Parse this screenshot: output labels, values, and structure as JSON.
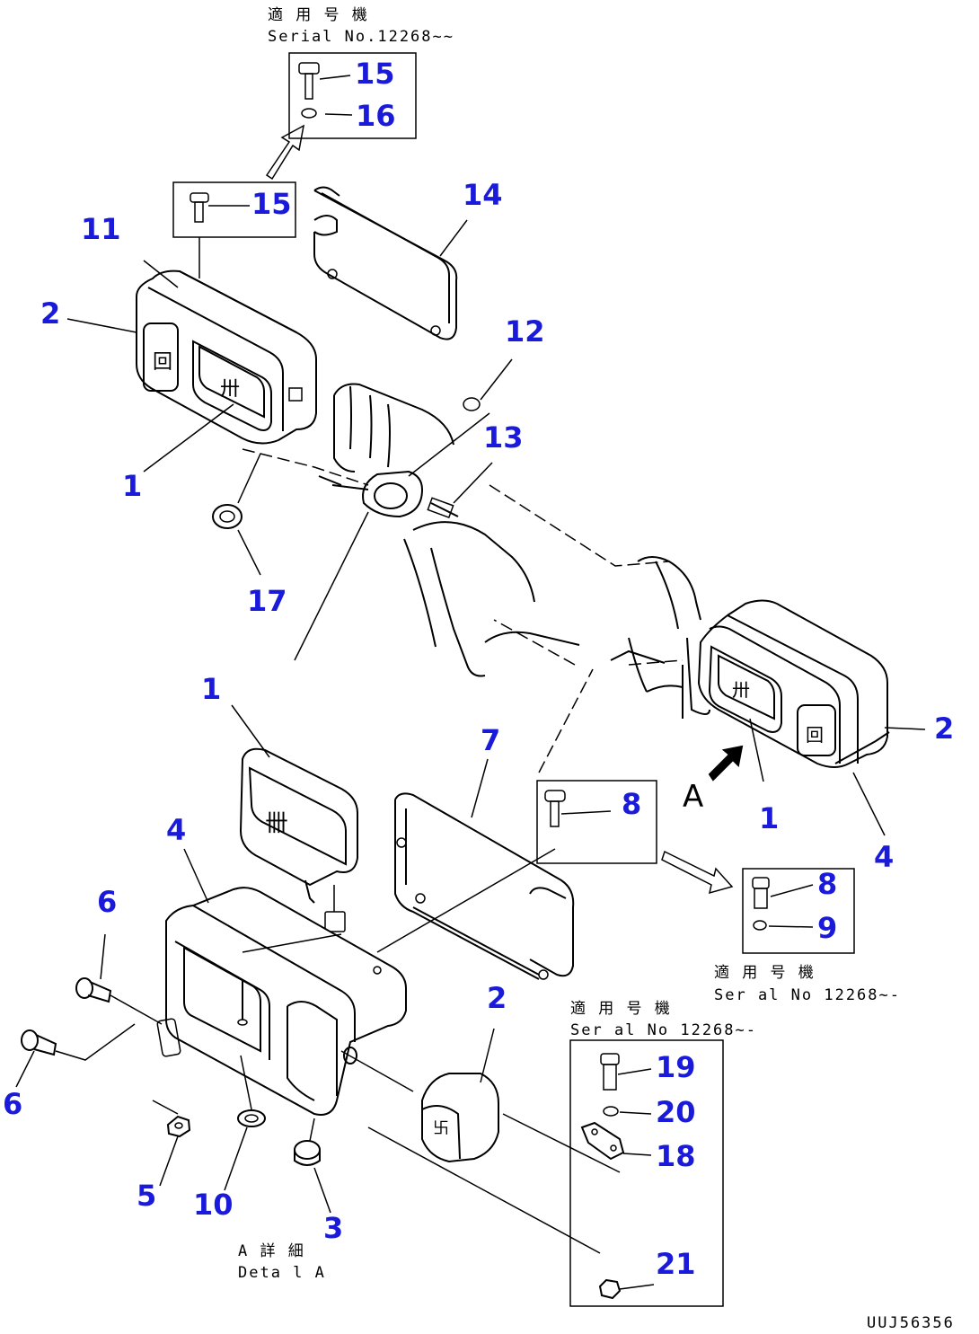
{
  "callouts": {
    "c15_top": "15",
    "c16": "16",
    "c15": "15",
    "c14": "14",
    "c11": "11",
    "c2_left": "2",
    "c12": "12",
    "c13": "13",
    "c1_upper": "1",
    "c17": "17",
    "c1_mid": "1",
    "c2_right": "2",
    "c7": "7",
    "c8_box": "8",
    "c1_right": "1",
    "c4_right": "4",
    "c4_left": "4",
    "c8_detail": "8",
    "c9": "9",
    "c6_top": "6",
    "c6_bottom": "6",
    "c2_bottom": "2",
    "c19": "19",
    "c20": "20",
    "c18": "18",
    "c5": "5",
    "c10": "10",
    "c3": "3",
    "c21": "21"
  },
  "notes": {
    "serial_jp_top": "適 用 号 機",
    "serial_top": "Serial No.12268~~",
    "serial_jp_right": "適 用 号 機",
    "serial_right": "Ser al No 12268~-",
    "serial_jp_bottom": "適 用 号 機",
    "serial_bottom": "Ser al No 12268~-",
    "detail_jp": "A 詳 細",
    "detail_en": "Deta l A",
    "view_letter": "A",
    "drawing_id": "UUJ56356"
  },
  "colors": {
    "callout": "#1a1adb",
    "line": "#000000",
    "background": "#ffffff"
  }
}
